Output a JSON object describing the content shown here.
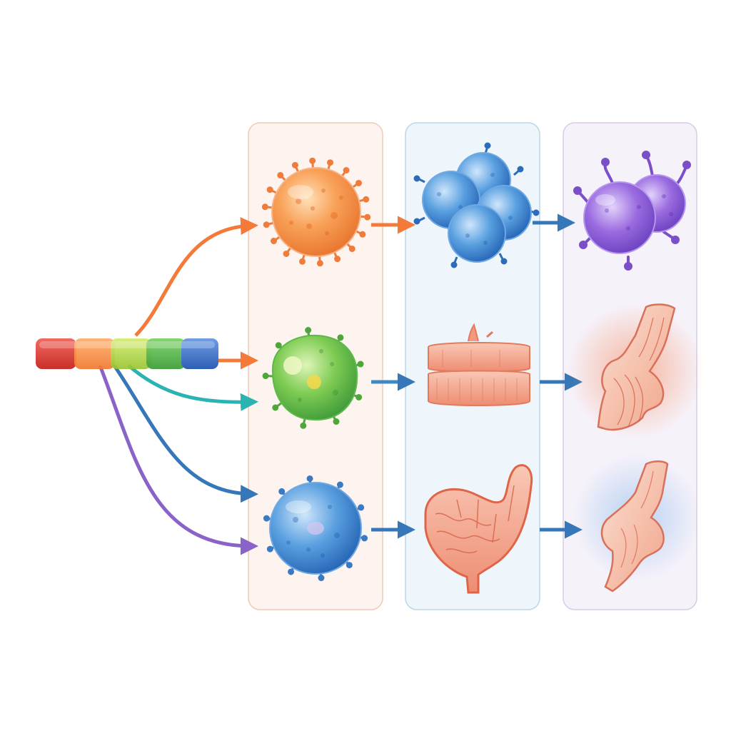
{
  "colors": {
    "red": "#e53935",
    "orange": "#f47a3a",
    "yellow_green": "#a8cf3a",
    "green": "#52b84a",
    "blue": "#3f6fc4",
    "teal": "#2bb3b1",
    "steel_blue": "#3577b8",
    "purple": "#8a63c9",
    "panel_1_bg": "#fdf4ef",
    "panel_1_border": "#f1c9b7",
    "panel_2_bg": "#eef6fb",
    "panel_2_border": "#b9d6ea",
    "panel_3_bg": "#f6f2fa",
    "panel_3_border": "#d8cbe8"
  },
  "source_bar": {
    "segments": [
      "red",
      "orange",
      "yellow-green",
      "green",
      "blue"
    ]
  },
  "stages": [
    {
      "name": "cell-types",
      "rows": [
        "orange-spiky-cell",
        "green-cell",
        "blue-cell"
      ]
    },
    {
      "name": "cell-clusters-and-tissues",
      "rows": [
        "blue-cell-cluster",
        "muscle-tissue-block",
        "stomach-organ"
      ]
    },
    {
      "name": "outcomes",
      "rows": [
        "purple-cell-pair",
        "knee-joint-inflamed",
        "knee-joint-blue-glow"
      ]
    }
  ],
  "icons": [
    "orange-cell-icon",
    "green-cell-icon",
    "blue-cell-icon",
    "blue-cell-cluster-icon",
    "tissue-block-icon",
    "stomach-icon",
    "purple-cells-icon",
    "knee-joint-icon",
    "knee-joint-icon"
  ]
}
